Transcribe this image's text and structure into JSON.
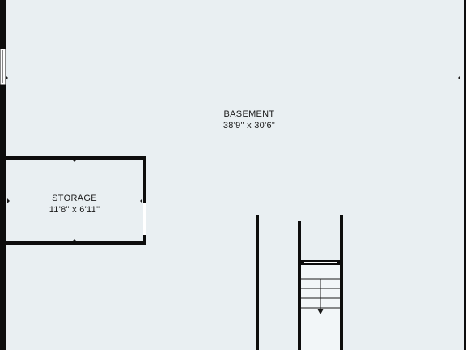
{
  "floorplan": {
    "colors": {
      "floor": "#e9eff2",
      "wall": "#0d0d0d",
      "window": "#ffffff",
      "stair_tread": "#cfd6d9",
      "door_marker": "#1a1a1a"
    },
    "rooms": [
      {
        "id": "basement",
        "name": "BASEMENT",
        "dimensions": "38'9\" x 30'6\""
      },
      {
        "id": "storage",
        "name": "STORAGE",
        "dimensions": "11'8\" x 6'11\""
      }
    ],
    "stairs": {
      "direction": "down",
      "treads": 4
    },
    "icons": [
      "door-marker-icon",
      "stair-arrow-icon",
      "window-icon"
    ]
  }
}
